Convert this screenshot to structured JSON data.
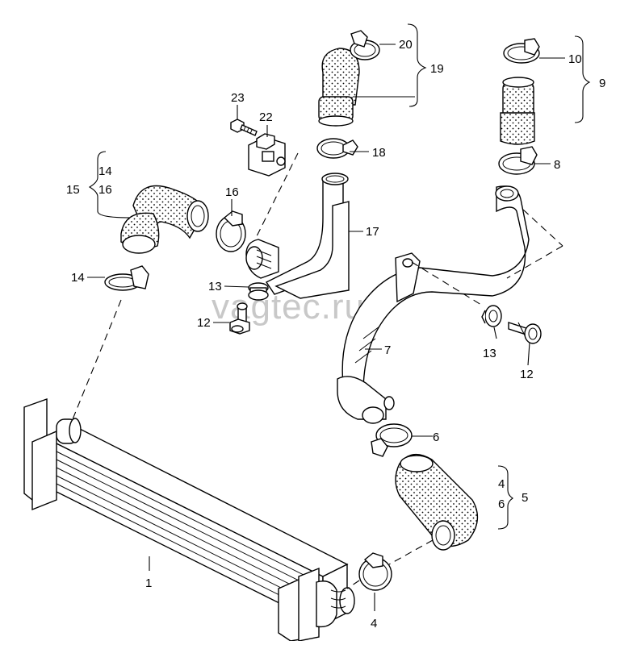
{
  "diagram": {
    "watermark": "vagtec.ru",
    "callouts": {
      "c1": "1",
      "c4a": "4",
      "c4b": "4",
      "c5": "5",
      "c6a": "6",
      "c6b": "6",
      "c7": "7",
      "c8": "8",
      "c9": "9",
      "c10": "10",
      "c12a": "12",
      "c12b": "12",
      "c13a": "13",
      "c13b": "13",
      "c14a": "14",
      "c14b": "14",
      "c15": "15",
      "c16a": "16",
      "c16b": "16",
      "c17": "17",
      "c18": "18",
      "c19": "19",
      "c20": "20",
      "c22": "22",
      "c23": "23"
    }
  }
}
